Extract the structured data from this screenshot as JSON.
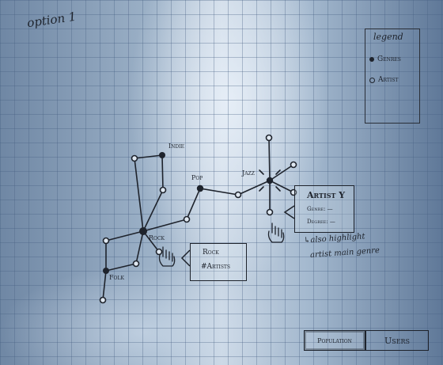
{
  "sketch": {
    "title": "option 1",
    "legend": {
      "title": "legend",
      "items": [
        {
          "label": "Genres",
          "icon": "filled-dot-icon"
        },
        {
          "label": "Artist",
          "icon": "open-dot-icon"
        }
      ]
    },
    "genres": {
      "indie": "Indie",
      "pop": "Pop",
      "jazz": "Jazz",
      "rock": "Rock",
      "folk": "Folk"
    },
    "rock_popup": {
      "line1": "Rock",
      "line2": "#Artists"
    },
    "artist_popup": {
      "title": "Artist Y",
      "line1": "Genre: —",
      "line2": "Degree: —"
    },
    "note": {
      "line1": "↳also highlight",
      "line2": "artist main genre"
    },
    "tabs": {
      "population": "Population",
      "users": "Users"
    },
    "colors": {
      "ink": "#1e232c",
      "paper": "#c9d6e4"
    }
  }
}
